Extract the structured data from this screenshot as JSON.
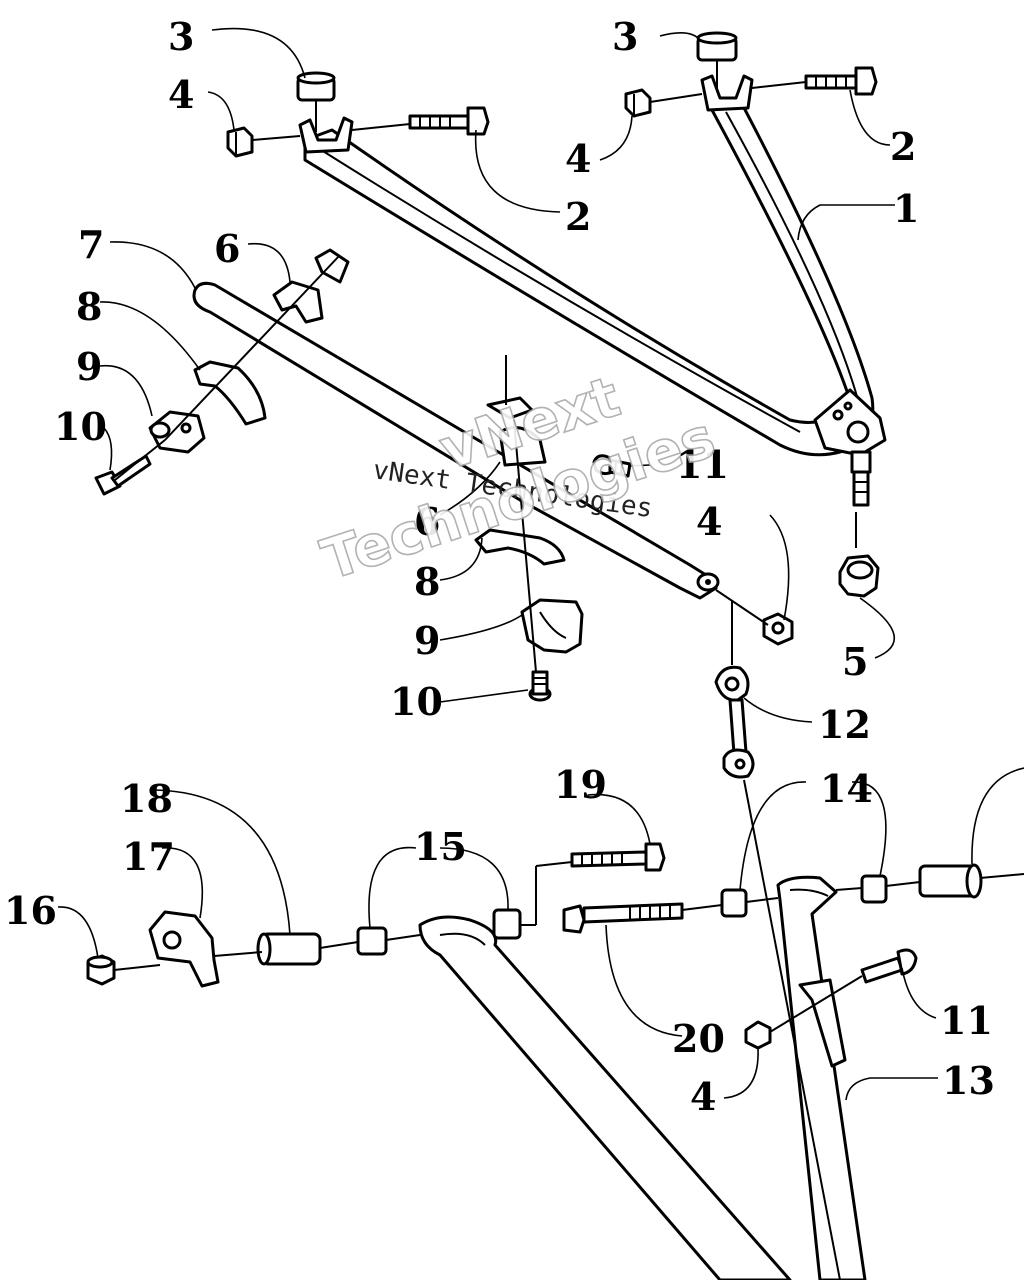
{
  "diagram": {
    "callouts": {
      "c1": "1",
      "c2a": "2",
      "c2b": "2",
      "c3a": "3",
      "c3b": "3",
      "c4a": "4",
      "c4b": "4",
      "c4c": "4",
      "c4d": "4",
      "c5": "5",
      "c6a": "6",
      "c6b": "6",
      "c7": "7",
      "c8a": "8",
      "c8b": "8",
      "c9a": "9",
      "c9b": "9",
      "c10a": "10",
      "c10b": "10",
      "c11a": "11",
      "c11b": "11",
      "c12": "12",
      "c13": "13",
      "c14": "14",
      "c15": "15",
      "c16": "16",
      "c17": "17",
      "c18": "18",
      "c19": "19",
      "c20": "20"
    },
    "watermark": {
      "small": "vNext Technologies",
      "large_line1": "vNext",
      "large_line2": "Technologies"
    }
  }
}
